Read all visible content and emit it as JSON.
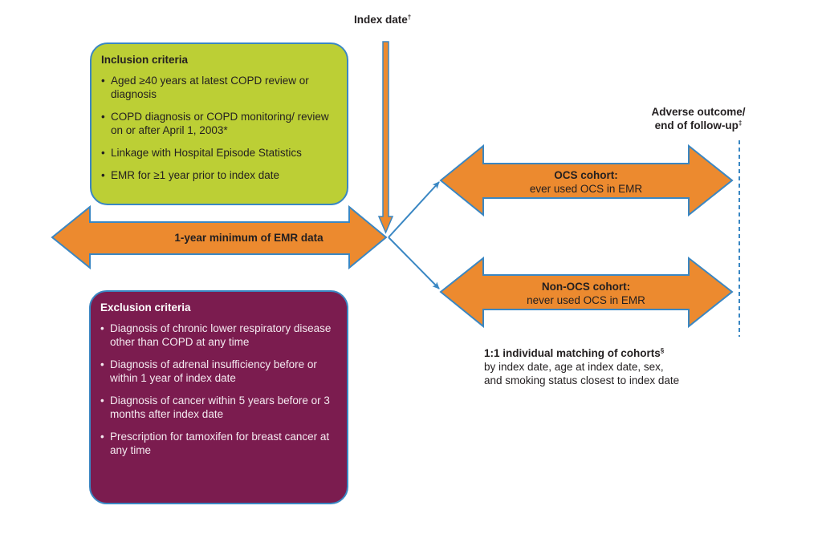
{
  "colors": {
    "inclusion_fill": "#bccf35",
    "exclusion_fill": "#7b1c4f",
    "arrow_fill": "#ec8a2f",
    "outline_blue": "#3a87c3"
  },
  "index_date": {
    "label": "Index date",
    "mark": "†"
  },
  "adverse_outcome": {
    "line1": "Adverse outcome/",
    "line2": "end of follow-up",
    "mark": "‡"
  },
  "inclusion": {
    "title": "Inclusion criteria",
    "items": [
      "Aged ≥40 years at latest COPD review or diagnosis",
      "COPD diagnosis or COPD monitoring/ review on or after April 1, 2003*",
      "Linkage with Hospital Episode Statistics",
      "EMR for ≥1 year prior to index date"
    ]
  },
  "exclusion": {
    "title": "Exclusion criteria",
    "items": [
      "Diagnosis of chronic lower respiratory disease other than COPD at any time",
      "Diagnosis of adrenal insufficiency before or within 1 year of index date",
      "Diagnosis of cancer within 5 years before or 3 months after index date",
      "Prescription for tamoxifen for breast cancer at any time"
    ]
  },
  "emr_arrow": {
    "label": "1-year minimum of EMR data"
  },
  "ocs_cohort": {
    "title": "OCS cohort:",
    "subtitle": "ever used OCS in EMR"
  },
  "non_ocs_cohort": {
    "title": "Non-OCS cohort:",
    "subtitle": "never used OCS in EMR"
  },
  "matching": {
    "title": "1:1 individual matching of cohorts",
    "mark": "§",
    "line1": "by index date, age at index date, sex,",
    "line2": "and smoking status closest to index date"
  }
}
